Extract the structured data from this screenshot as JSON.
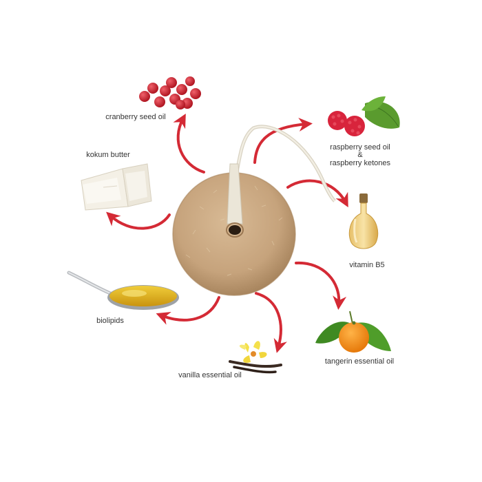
{
  "labels": {
    "cranberry": "cranberry seed oil",
    "kokum": "kokum butter",
    "raspberry_line1": "raspberry seed oil",
    "raspberry_amp": "&",
    "raspberry_line2": "raspberry  ketones",
    "vitamin": "vitamin B5",
    "biolipids": "biolipids",
    "tangerin": "tangerin essential oil",
    "vanilla": "vanilla essential oil"
  },
  "colors": {
    "arrow": "#d42a35",
    "soap": "#c9a781",
    "soap_dark": "#a9865f",
    "cord": "#e8e3d5",
    "cranberry": "#c8232e",
    "raspberry": "#d8243c",
    "leaf": "#5a9b2e",
    "butter": "#f2eee4",
    "oil": "#e3b52a",
    "vitamin_oil": "#f0cf7e",
    "tangerine": "#f28a12",
    "vanilla_flower": "#f4e04a",
    "vanilla_pod": "#3a2a22"
  },
  "icons": [
    "soap-bar-icon",
    "cranberry-icon",
    "raspberry-icon",
    "butter-icon",
    "vitamin-bottle-icon",
    "spoon-oil-icon",
    "tangerine-icon",
    "vanilla-icon"
  ]
}
